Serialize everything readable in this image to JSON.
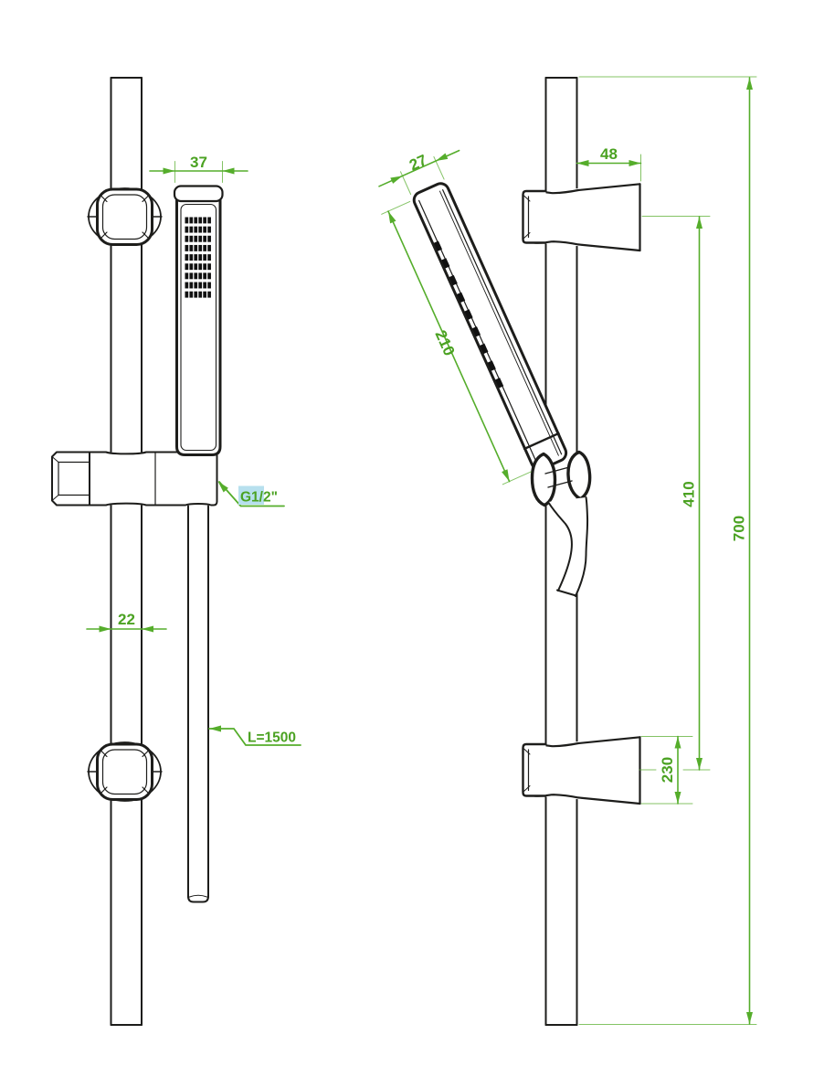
{
  "drawing": {
    "subject": "shower-rail-set-technical-drawing",
    "units": "mm",
    "colors": {
      "dimension_green": "#55ad2b",
      "line_black": "#1d1d1b",
      "label_highlight_blue": "#b7e0ee"
    }
  },
  "dims": {
    "head_width": "37",
    "rail_diameter": "22",
    "hose_length": "L=1500",
    "connection_hl": "G1/",
    "connection_rest": "2\"",
    "head_depth": "27",
    "bracket_depth": "48",
    "head_length": "210",
    "bracket_spacing": "410",
    "rail_length": "700",
    "bottom_bracket_offset": "230"
  }
}
